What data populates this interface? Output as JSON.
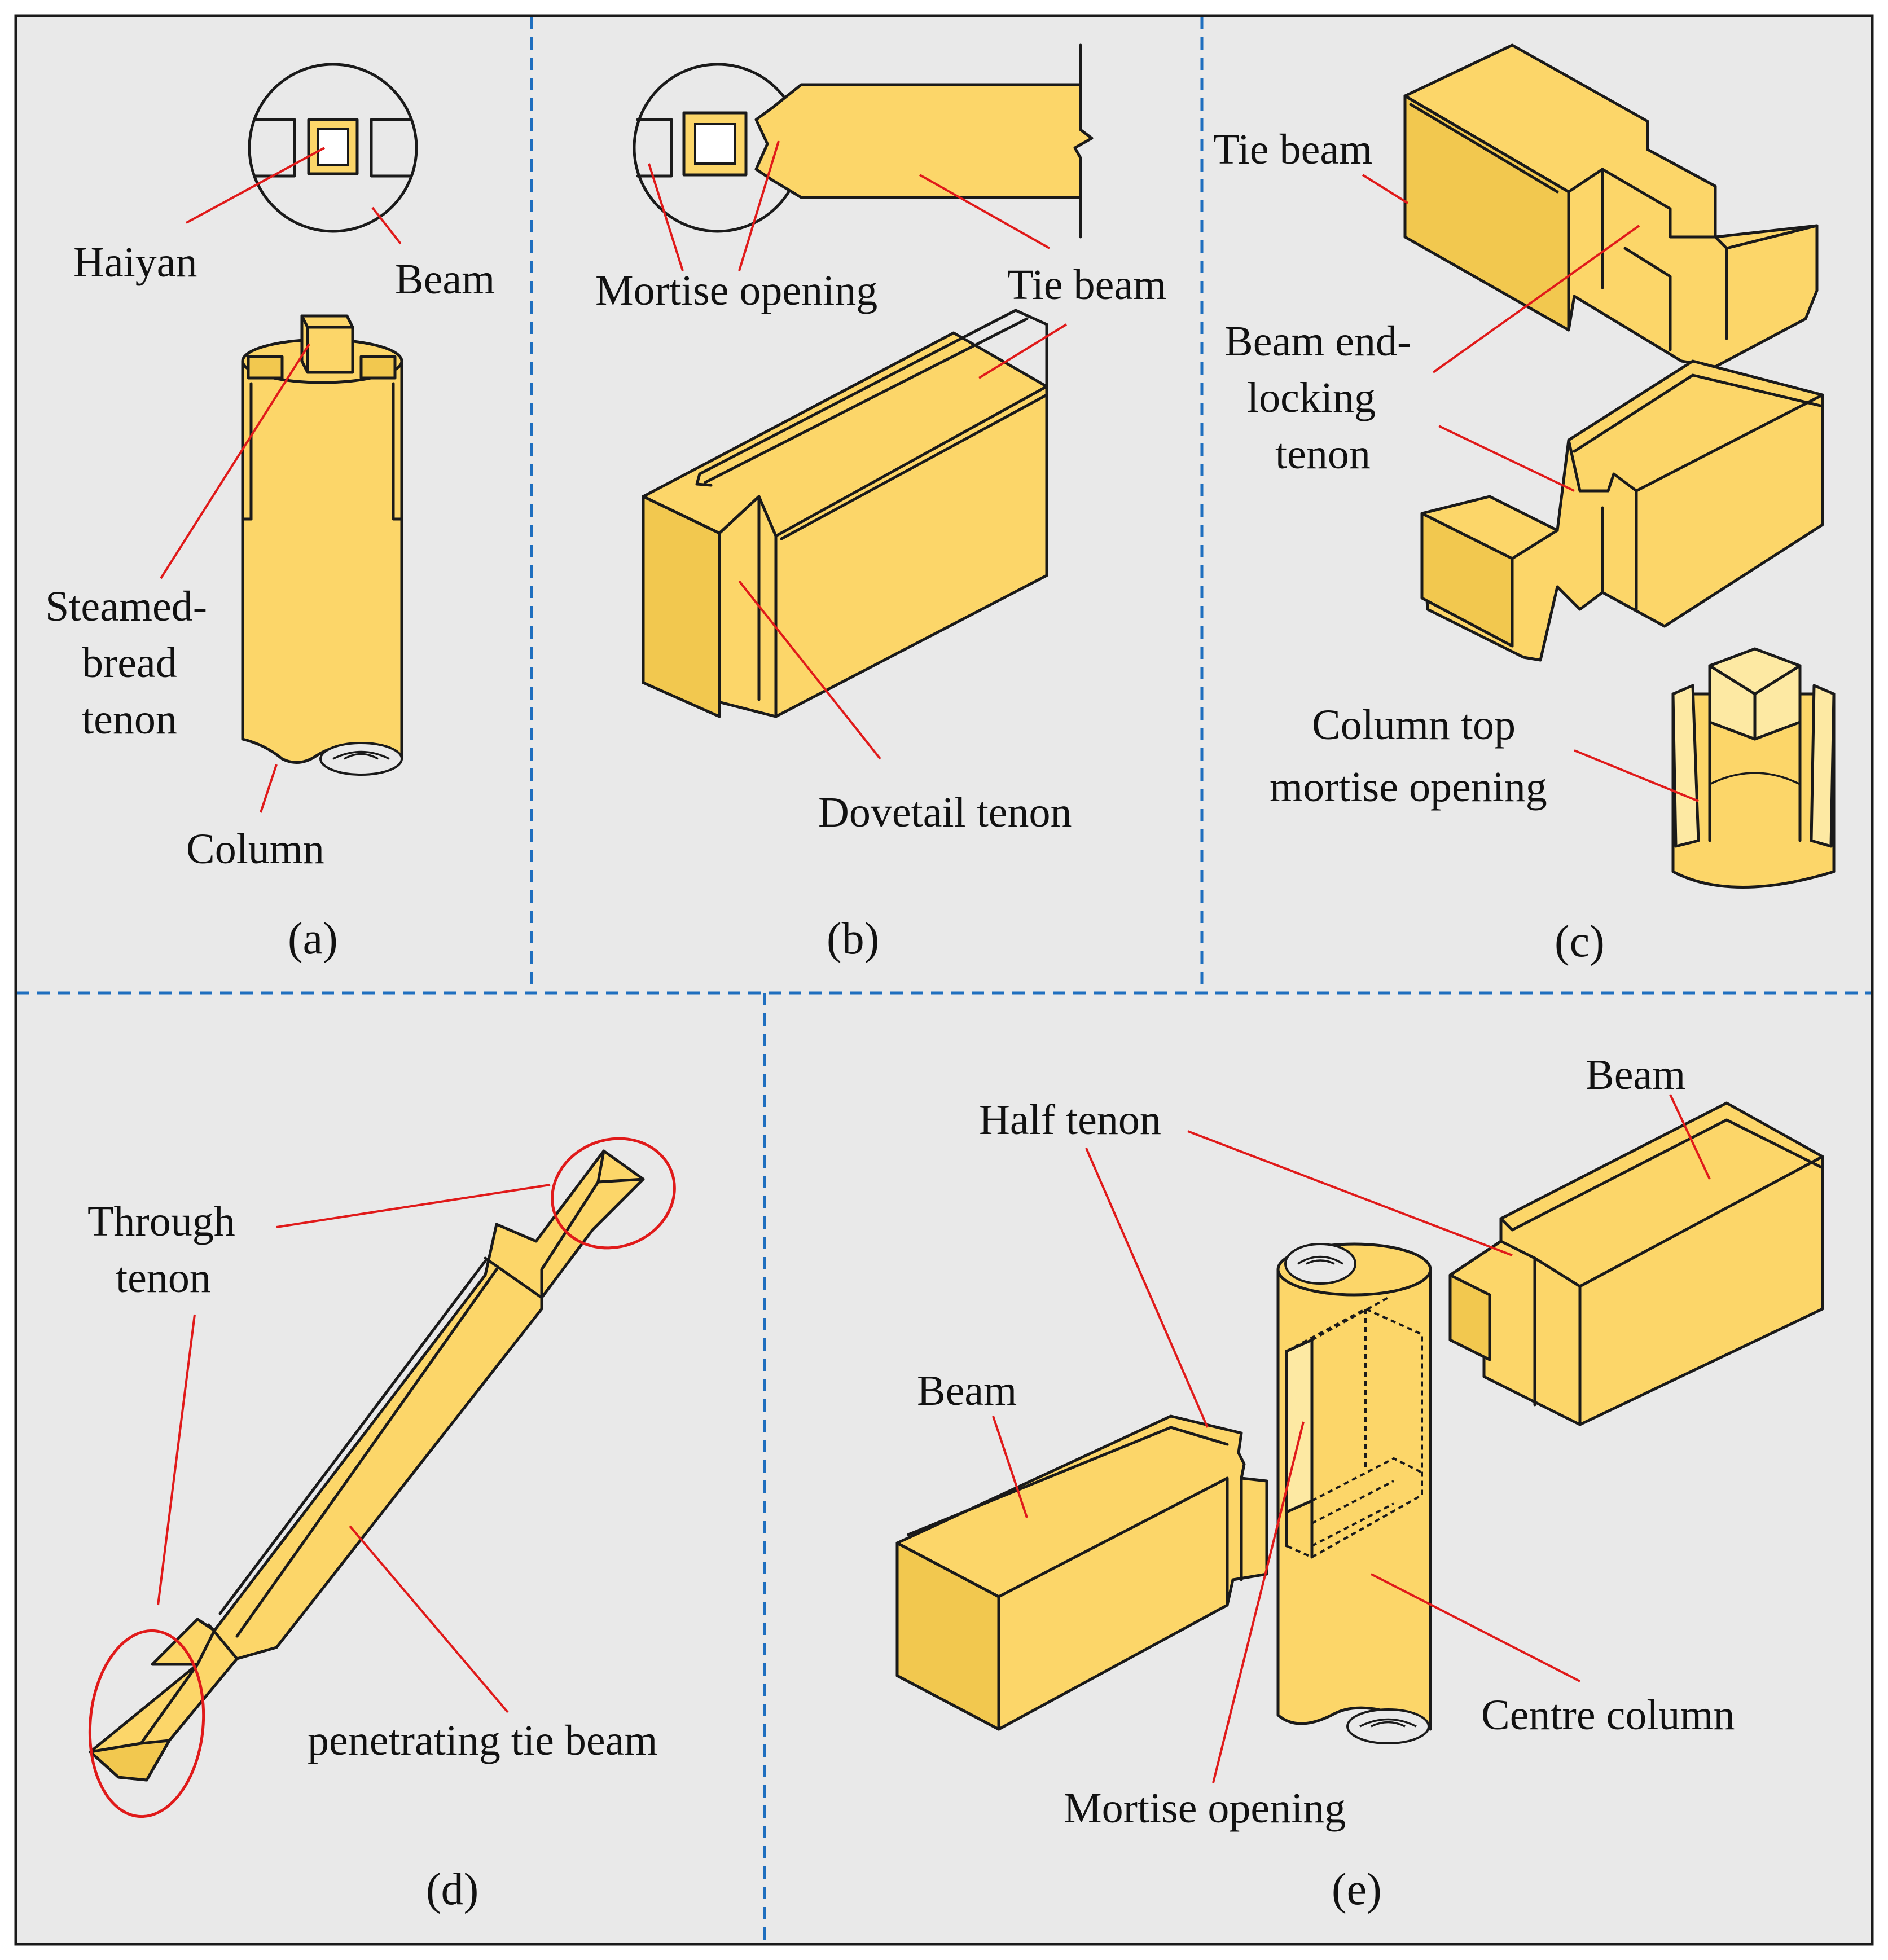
{
  "colors": {
    "background": "#e9e9e9",
    "wood": "#fcd669",
    "leader": "#e01a1a",
    "divider": "#1f6fbf",
    "outline": "#1a1a1a"
  },
  "panels": {
    "a": {
      "caption": "(a)",
      "labels": {
        "haiyan": "Haiyan",
        "beam": "Beam",
        "steamed_1": "Steamed-",
        "steamed_2": "bread",
        "steamed_3": "tenon",
        "column": "Column"
      }
    },
    "b": {
      "caption": "(b)",
      "labels": {
        "mortise_opening": "Mortise opening",
        "tie_beam": "Tie beam",
        "dovetail_tenon": "Dovetail tenon"
      }
    },
    "c": {
      "caption": "(c)",
      "labels": {
        "tie_beam": "Tie beam",
        "beam_end_1": "Beam end-",
        "beam_end_2": "locking",
        "beam_end_3": "tenon",
        "column_top_1": "Column top",
        "column_top_2": "mortise opening"
      }
    },
    "d": {
      "caption": "(d)",
      "labels": {
        "through_1": "Through",
        "through_2": "tenon",
        "penetrating_tie_beam": "penetrating tie beam"
      }
    },
    "e": {
      "caption": "(e)",
      "labels": {
        "beam_top": "Beam",
        "half_tenon": "Half tenon",
        "beam_left": "Beam",
        "centre_column": "Centre column",
        "mortise_opening": "Mortise opening"
      }
    }
  }
}
